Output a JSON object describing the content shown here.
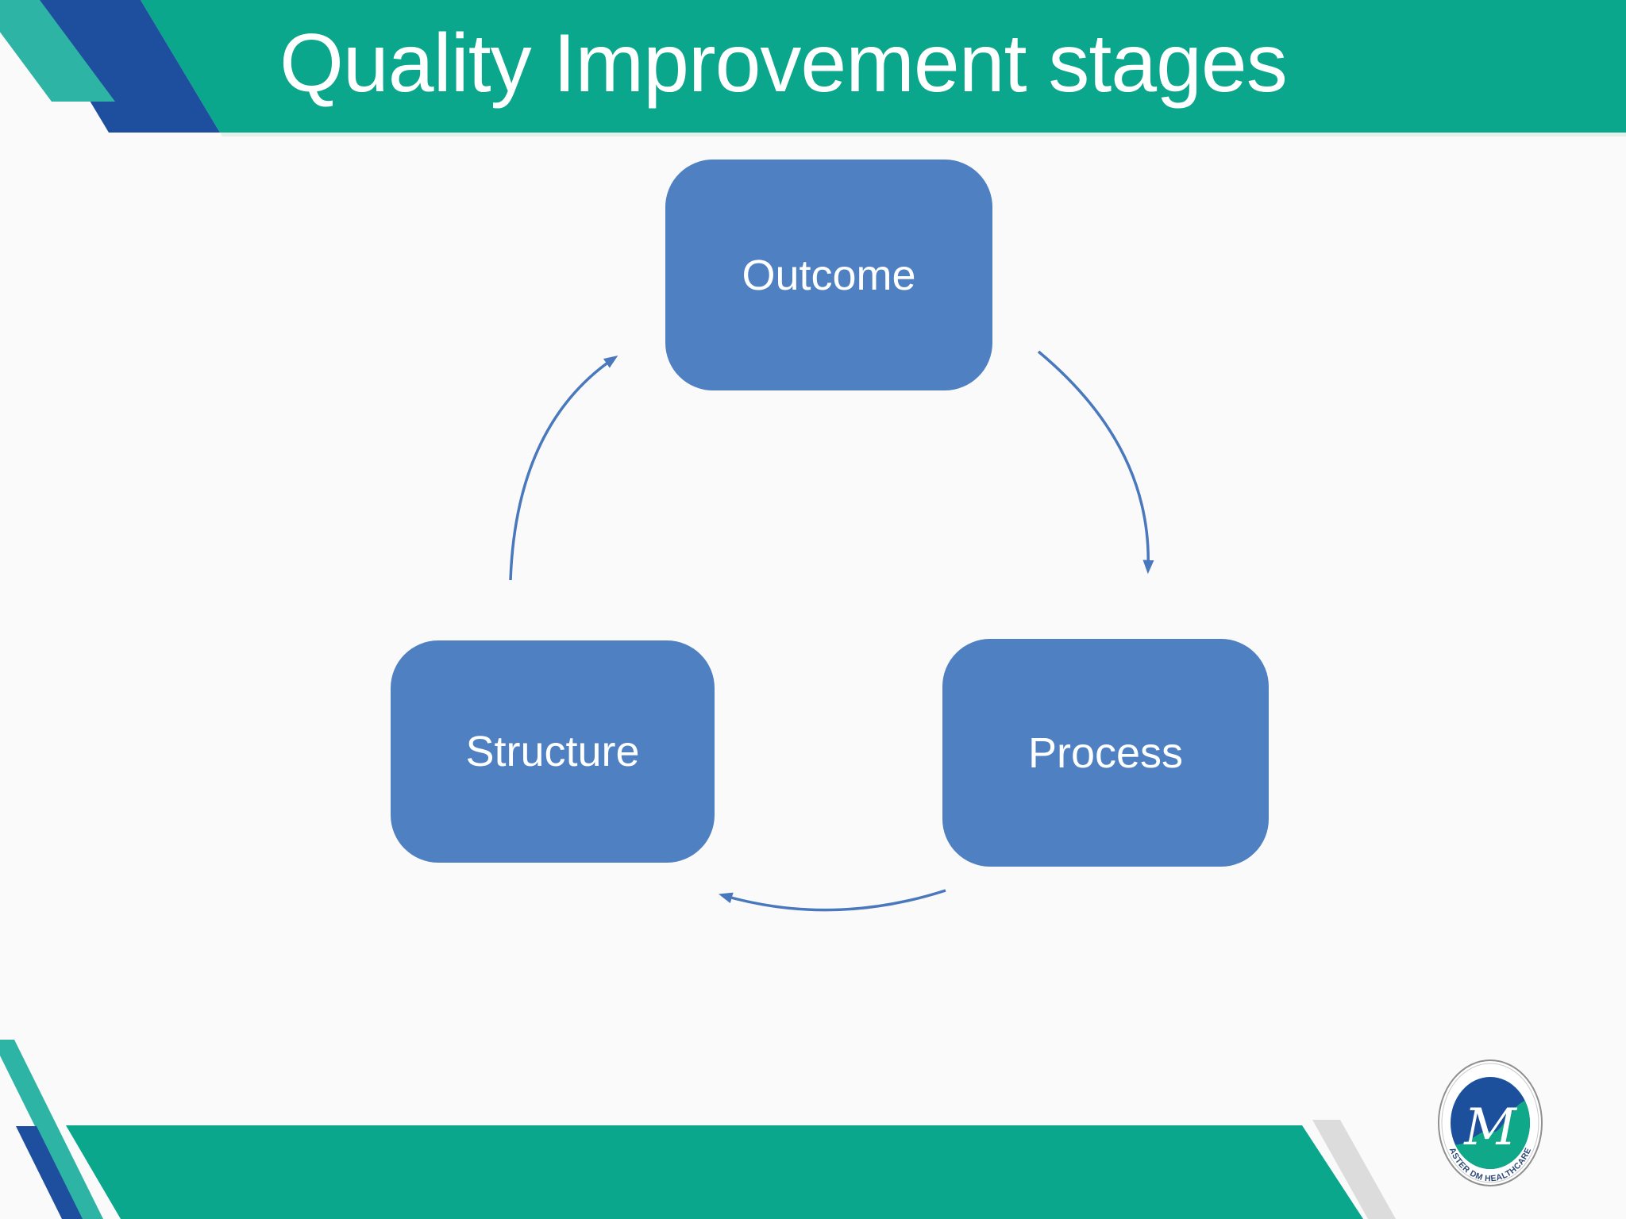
{
  "slide": {
    "title": "Quality Improvement stages"
  },
  "diagram": {
    "type": "cycle",
    "nodes": [
      {
        "id": "outcome",
        "label": "Outcome"
      },
      {
        "id": "structure",
        "label": "Structure"
      },
      {
        "id": "process",
        "label": "Process"
      }
    ],
    "edges": [
      {
        "from": "outcome",
        "to": "process"
      },
      {
        "from": "process",
        "to": "structure"
      },
      {
        "from": "structure",
        "to": "outcome"
      }
    ]
  },
  "logo": {
    "monogram": "M",
    "ring_text": "ASTER DM HEALTHCARE"
  },
  "colors": {
    "band_green": "#0aa78c",
    "accent_teal": "#2eb4a4",
    "accent_dark_blue": "#1e4f9e",
    "node_blue": "#4f80c1",
    "arrow_blue": "#4a78bd",
    "stripe_gray": "#dcdcdc",
    "logo_blue": "#1c4f9c",
    "logo_green": "#0fa888",
    "title_color": "#ffffff",
    "background": "#fafafa"
  }
}
